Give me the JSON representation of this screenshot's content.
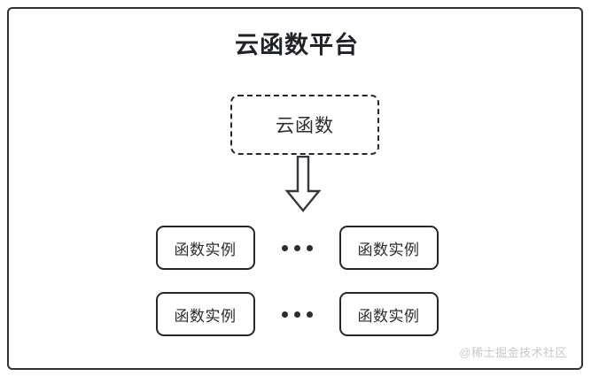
{
  "diagram": {
    "type": "block-diagram",
    "title": "云函数平台",
    "cloud_function": {
      "label": "云函数",
      "border_style": "dashed"
    },
    "arrow": {
      "name": "down-block-arrow",
      "direction": "down"
    },
    "instance_rows": [
      {
        "left_label": "函数实例",
        "ellipsis": "•••",
        "right_label": "函数实例"
      },
      {
        "left_label": "函数实例",
        "ellipsis": "•••",
        "right_label": "函数实例"
      }
    ],
    "watermark": "@稀土掘金技术社区",
    "colors": {
      "stroke": "#24272b",
      "text": "#2a2d31",
      "title": "#1f2226",
      "watermark": "#c7c9cc",
      "background": "#ffffff"
    }
  }
}
